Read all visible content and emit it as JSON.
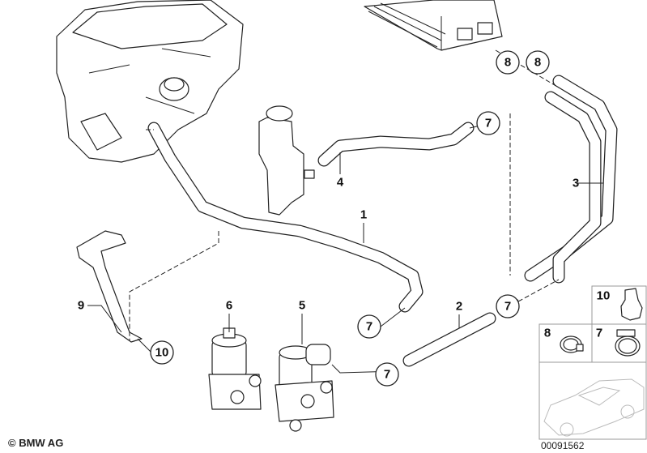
{
  "diagram": {
    "callouts": {
      "c8a": "8",
      "c8b": "8",
      "c7a": "7",
      "c7b": "7",
      "c7c": "7",
      "c7d": "7",
      "c10": "10"
    },
    "labels": {
      "l1": "1",
      "l2": "2",
      "l3": "3",
      "l4": "4",
      "l5": "5",
      "l6": "6",
      "l9": "9"
    },
    "inset": {
      "clamp10": "10",
      "clamp8": "8",
      "clamp7": "7"
    },
    "copyright": "© BMW AG",
    "drawing_number": "00091562"
  }
}
